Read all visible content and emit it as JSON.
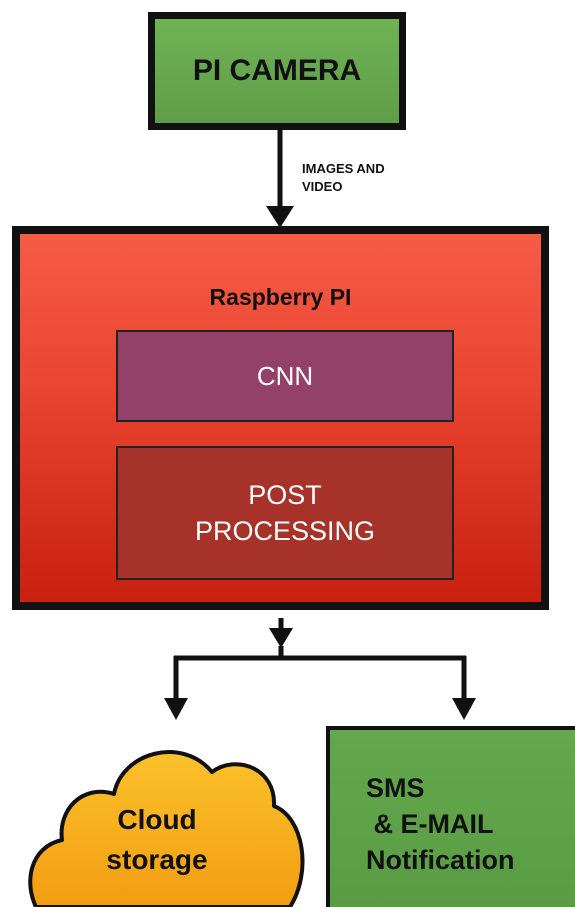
{
  "camera": {
    "label": "PI CAMERA"
  },
  "arrow_label": {
    "line1": "IMAGES AND",
    "line2": "VIDEO"
  },
  "rpi": {
    "title": "Raspberry PI"
  },
  "cnn": {
    "label": "CNN"
  },
  "post": {
    "line1": "POST",
    "line2": "PROCESSING"
  },
  "cloud": {
    "line1": "Cloud",
    "line2": "storage"
  },
  "sms": {
    "line1": "SMS",
    "line2": " & E-MAIL",
    "line3": "Notification"
  },
  "colors": {
    "camera_fill": "#6aa84f",
    "rpi_fill": "#e8432f",
    "cnn_fill": "#944169",
    "post_fill": "#a6322a",
    "cloud_fill": "#f7b21b",
    "sms_fill": "#5fa349"
  }
}
